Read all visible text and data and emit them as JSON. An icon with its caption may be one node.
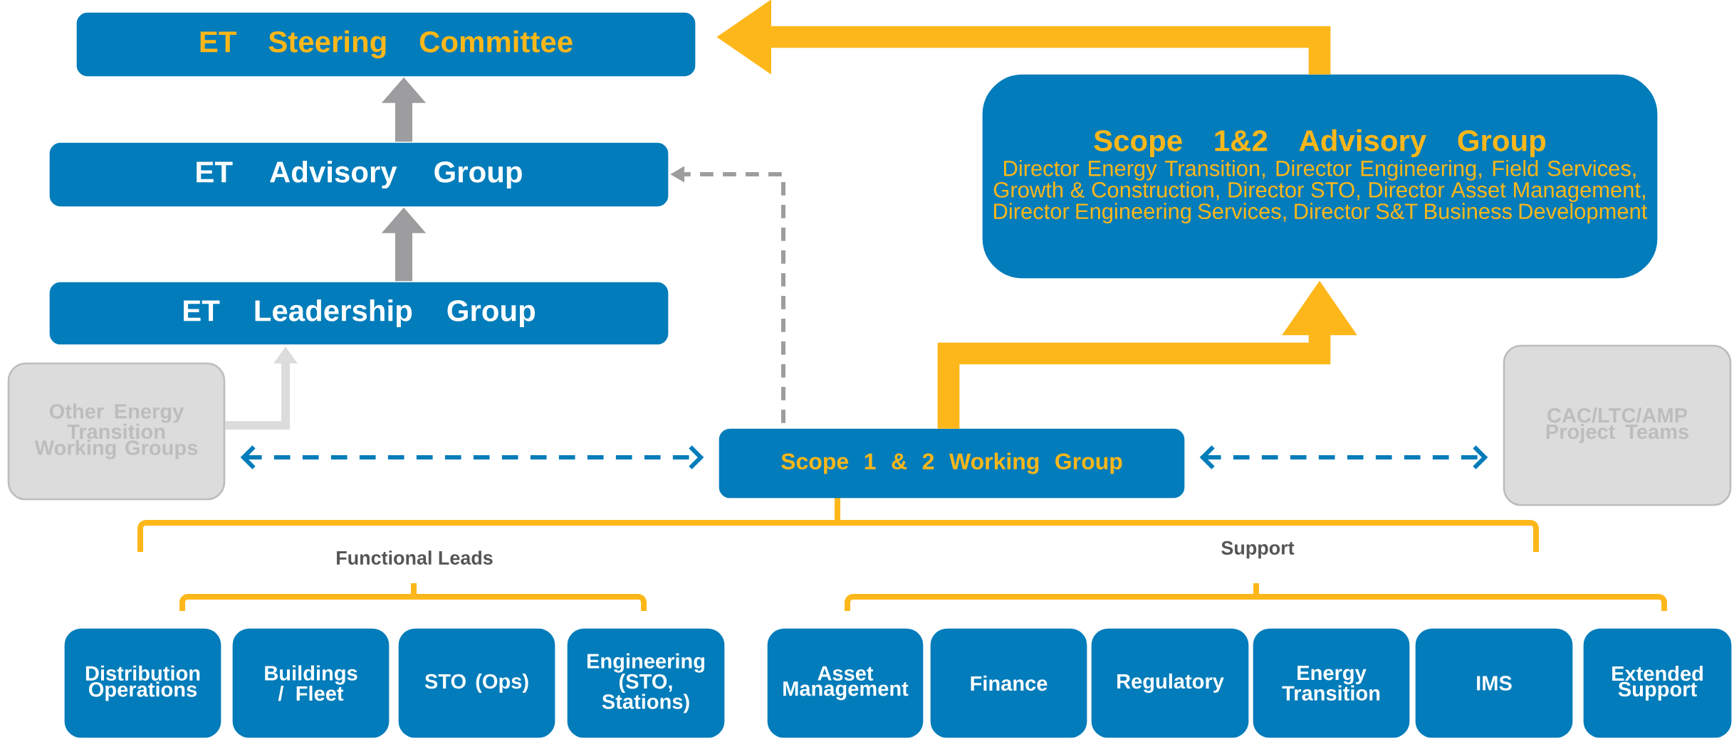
{
  "diagram": {
    "nodes": [
      {
        "text": [
          "ET Steering Committee"
        ]
      },
      {
        "text": [
          "ET Advisory Group"
        ]
      },
      {
        "text": [
          "ET Leadership Group"
        ]
      },
      {
        "text": [
          "Scope 1&2 Advisory Group",
          "Director Energy Transition, Director Engineering, Field Services, Growth & Construction, Director STO, Director Asset Management, Director Engineering Services, Director S&T Business Development"
        ]
      },
      {
        "text": [
          "Other Energy Transition Working Groups"
        ]
      },
      {
        "text": [
          "Scope 1 & 2 Working Group"
        ]
      },
      {
        "text": [
          "CAC/LTC/AMP Project Teams"
        ]
      },
      {
        "text": [
          "Distribution Operations"
        ]
      },
      {
        "text": [
          "Buildings / Fleet"
        ]
      },
      {
        "text": [
          "STO (Ops)"
        ]
      },
      {
        "text": [
          "Engineering (STO, Stations)"
        ]
      },
      {
        "text": [
          "Asset Management"
        ]
      },
      {
        "text": [
          "Finance"
        ]
      },
      {
        "text": [
          "Regulatory"
        ]
      },
      {
        "text": [
          "Energy Transition"
        ]
      },
      {
        "text": [
          "IMS"
        ]
      },
      {
        "text": [
          "Extended Support"
        ]
      }
    ],
    "edges": [
      {
        "from": 1,
        "to": 0,
        "arrow": "to",
        "style": "thick",
        "color": "#9d9d9f"
      },
      {
        "from": 2,
        "to": 1,
        "arrow": "to",
        "style": "thick",
        "color": "#9d9d9f"
      },
      {
        "from": 3,
        "to": 0,
        "arrow": "to",
        "style": "thick",
        "color": "#fdb71a"
      },
      {
        "from": 5,
        "to": 3,
        "arrow": "to",
        "style": "thick",
        "color": "#fdb71a"
      },
      {
        "from": 5,
        "to": 1,
        "arrow": "to",
        "style": "dashed",
        "color": "#9d9d9f"
      },
      {
        "from": 4,
        "to": 2,
        "arrow": "to",
        "color": "#dcdcdc"
      },
      {
        "from": 4,
        "to": 5,
        "arrow": "both",
        "style": "dashed",
        "color": "#027cba"
      },
      {
        "from": 5,
        "to": 6,
        "arrow": "both",
        "style": "dashed",
        "color": "#027cba"
      }
    ],
    "labels": [
      "Functional Leads",
      "Support"
    ]
  }
}
